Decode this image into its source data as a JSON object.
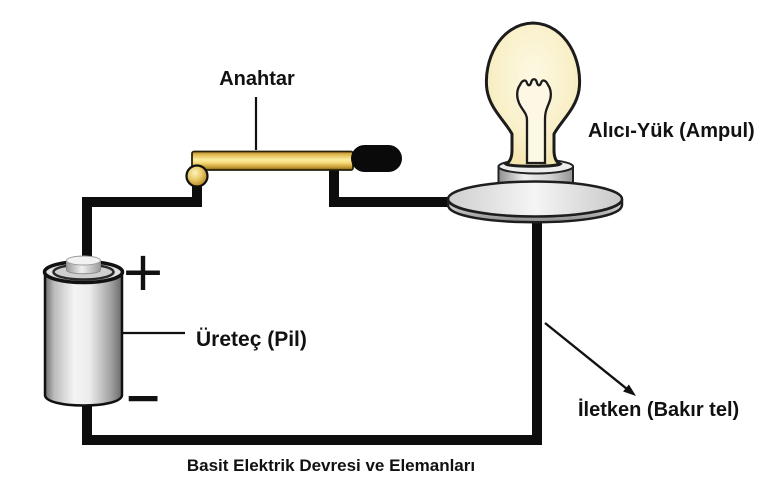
{
  "page": {
    "background": "#ffffff"
  },
  "diagram": {
    "type": "simple-electric-circuit",
    "title": "Basit Elektrik Devresi ve Elemanları",
    "labels": {
      "switch": "Anahtar",
      "load": "Alıcı-Yük (Ampul)",
      "source": "Üreteç (Pil)",
      "conductor": "İletken (Bakır tel)"
    },
    "battery": {
      "positive_terminal": "+",
      "negative_terminal": "−"
    },
    "colors": {
      "wire": "#0d0d0d",
      "outline": "#1c1c1c",
      "brass": "#e9c55f",
      "brass_dark": "#8a6a1a",
      "bulb_glass": "#f8eec6",
      "metal_light": "#f2f2f2",
      "metal_dark": "#8f8f8f"
    }
  }
}
